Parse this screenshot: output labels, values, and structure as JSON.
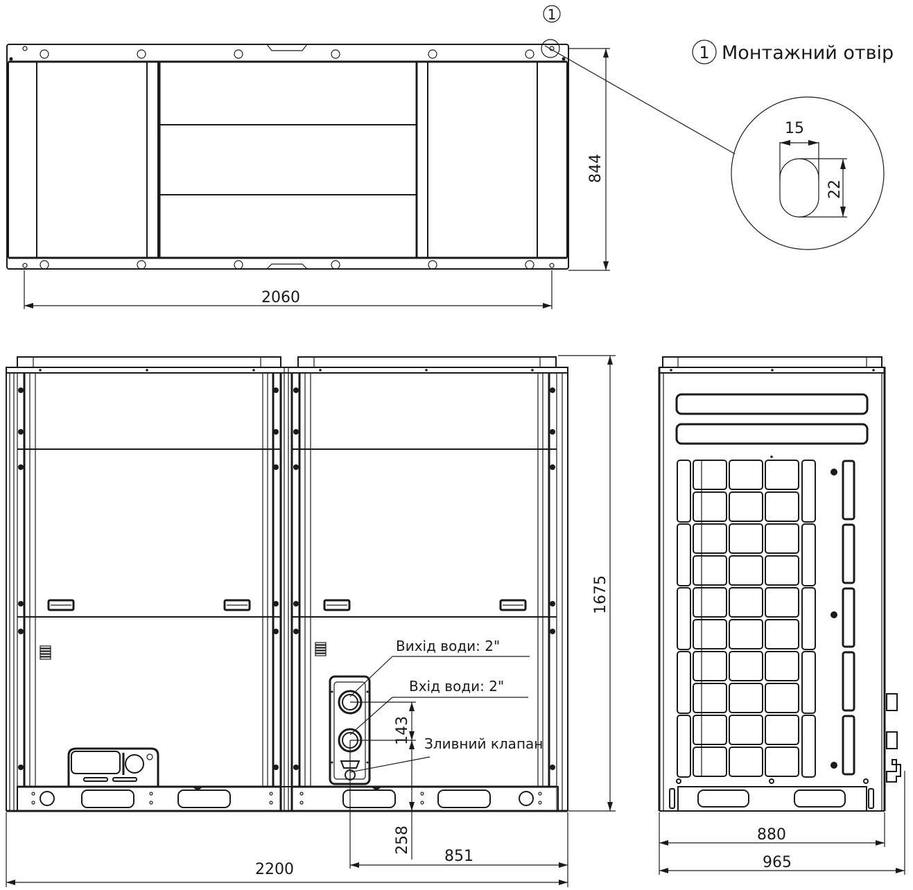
{
  "top_view": {
    "marker_number": "1",
    "dim_width": "2060",
    "dim_depth": "844"
  },
  "detail": {
    "legend_number": "1",
    "legend_label": "Монтажний отвір",
    "hole_width": "15",
    "hole_height": "22"
  },
  "front_view": {
    "dim_total_width": "2200",
    "dim_height": "1675",
    "dim_pipe_offset": "851",
    "dim_pipe_spacing": "143",
    "dim_pipe_height": "258",
    "callouts": {
      "water_outlet": "Вихід води: 2\"",
      "water_inlet": "Вхід води: 2\"",
      "drain_valve": "Зливний клапан"
    }
  },
  "side_view": {
    "dim_body_width": "880",
    "dim_total_width": "965"
  },
  "colors": {
    "line": "#1a1a1a",
    "background": "#ffffff"
  }
}
